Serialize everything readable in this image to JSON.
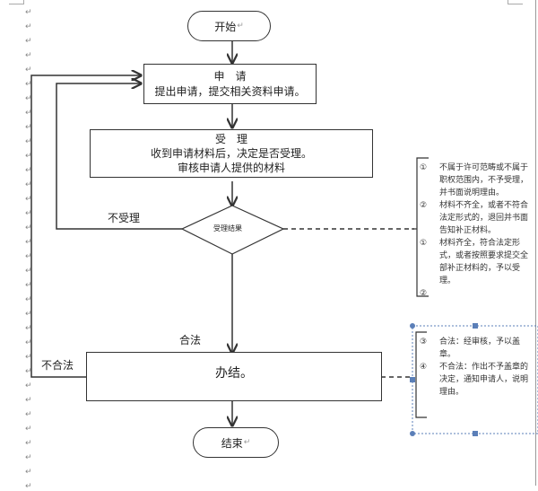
{
  "page": {
    "paragraph_mark": "↵"
  },
  "flowchart": {
    "start": {
      "label": "开始"
    },
    "apply": {
      "title": "申　请",
      "desc": "提出申请，提交相关资料申请。"
    },
    "accept": {
      "title": "受　理",
      "desc1": "收到申请材料后，决定是否受理。",
      "desc2": "审核申请人提供的材料"
    },
    "decision": {
      "label": "受理结果"
    },
    "not_accepted_label": "不受理",
    "legal_label": "合法",
    "illegal_label": "不合法",
    "finish": {
      "label": "办结。"
    },
    "end": {
      "label": "结束"
    }
  },
  "notes_accept": [
    {
      "num": "①",
      "text": "不属于许可范畴或不属于职权范围内，不予受理，并书面说明理由。"
    },
    {
      "num": "②",
      "text": "材料不齐全，或者不符合法定形式的，退回并书面告知补正材料。"
    },
    {
      "num": "①",
      "text": "材料齐全，符合法定形式，或者按照要求提交全部补正材料的，予以受理。"
    },
    {
      "num": "②",
      "text": ""
    }
  ],
  "notes_finish": [
    {
      "num": "③",
      "text": "合法：经审核，予以盖章。"
    },
    {
      "num": "④",
      "text": "不合法：作出不予盖章的决定，通知申请人，说明理由。"
    }
  ],
  "colors": {
    "line": "#333333",
    "selection": "#5b7fb8",
    "paragraph_mark": "#888888"
  }
}
